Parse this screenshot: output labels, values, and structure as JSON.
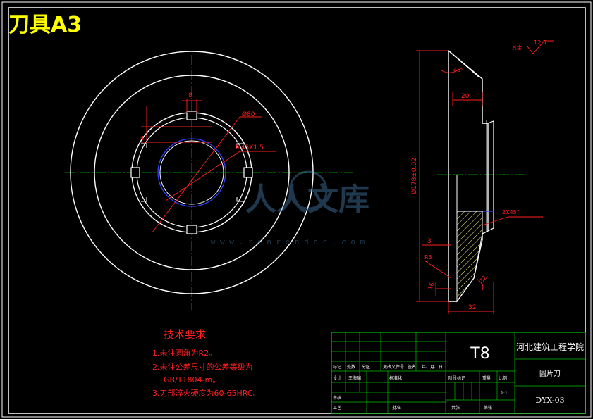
{
  "sheet_title": "刀具A3",
  "tech_requirements": {
    "heading": "技术要求",
    "items": [
      "1.未注圆角为R2。",
      "2.未注公差尺寸的公差等级为",
      "GB/T1804-m。",
      "3.刃部淬火硬度为60-65HRC。"
    ]
  },
  "front_view": {
    "dim_width": "8",
    "dim_diameter": "Ø80",
    "dim_thread": "M45X1.5",
    "dim_depth": "4"
  },
  "side_view": {
    "roughness_note": "其余",
    "roughness_value": "12.5",
    "angle_top": "45°",
    "dim_20": "20",
    "dim_diameter": "Ø178±0.02",
    "dim_chamfer": "2X45°",
    "dim_3": "3",
    "dim_r3": "R3",
    "dim_16": "16",
    "dim_32_angle": "32",
    "dim_32": "32"
  },
  "watermark": {
    "text": "人人文库",
    "url": "w w w . r e n r e n d o c . c o m"
  },
  "title_block": {
    "material": "T8",
    "school": "河北建筑工程学院",
    "part_name": "圆片刀",
    "drawing_no": "DYX-03",
    "scale": "1:1",
    "row_labels": [
      "标记",
      "处数",
      "分区",
      "更改文件号",
      "签名",
      "年、月、日"
    ],
    "design_labels": [
      "设计",
      "王海瑞",
      "标准化"
    ],
    "stage_labels": [
      "阶段标记",
      "重量",
      "比例"
    ],
    "bottom_labels": [
      "审核",
      "工艺",
      "批准",
      "共张",
      "第张"
    ]
  },
  "colors": {
    "frame": "#ffffff",
    "yellow": "#ffff00",
    "red": "#ff2020",
    "green": "#00c000",
    "blue": "#3040ff",
    "hatch": "#ffff80"
  }
}
